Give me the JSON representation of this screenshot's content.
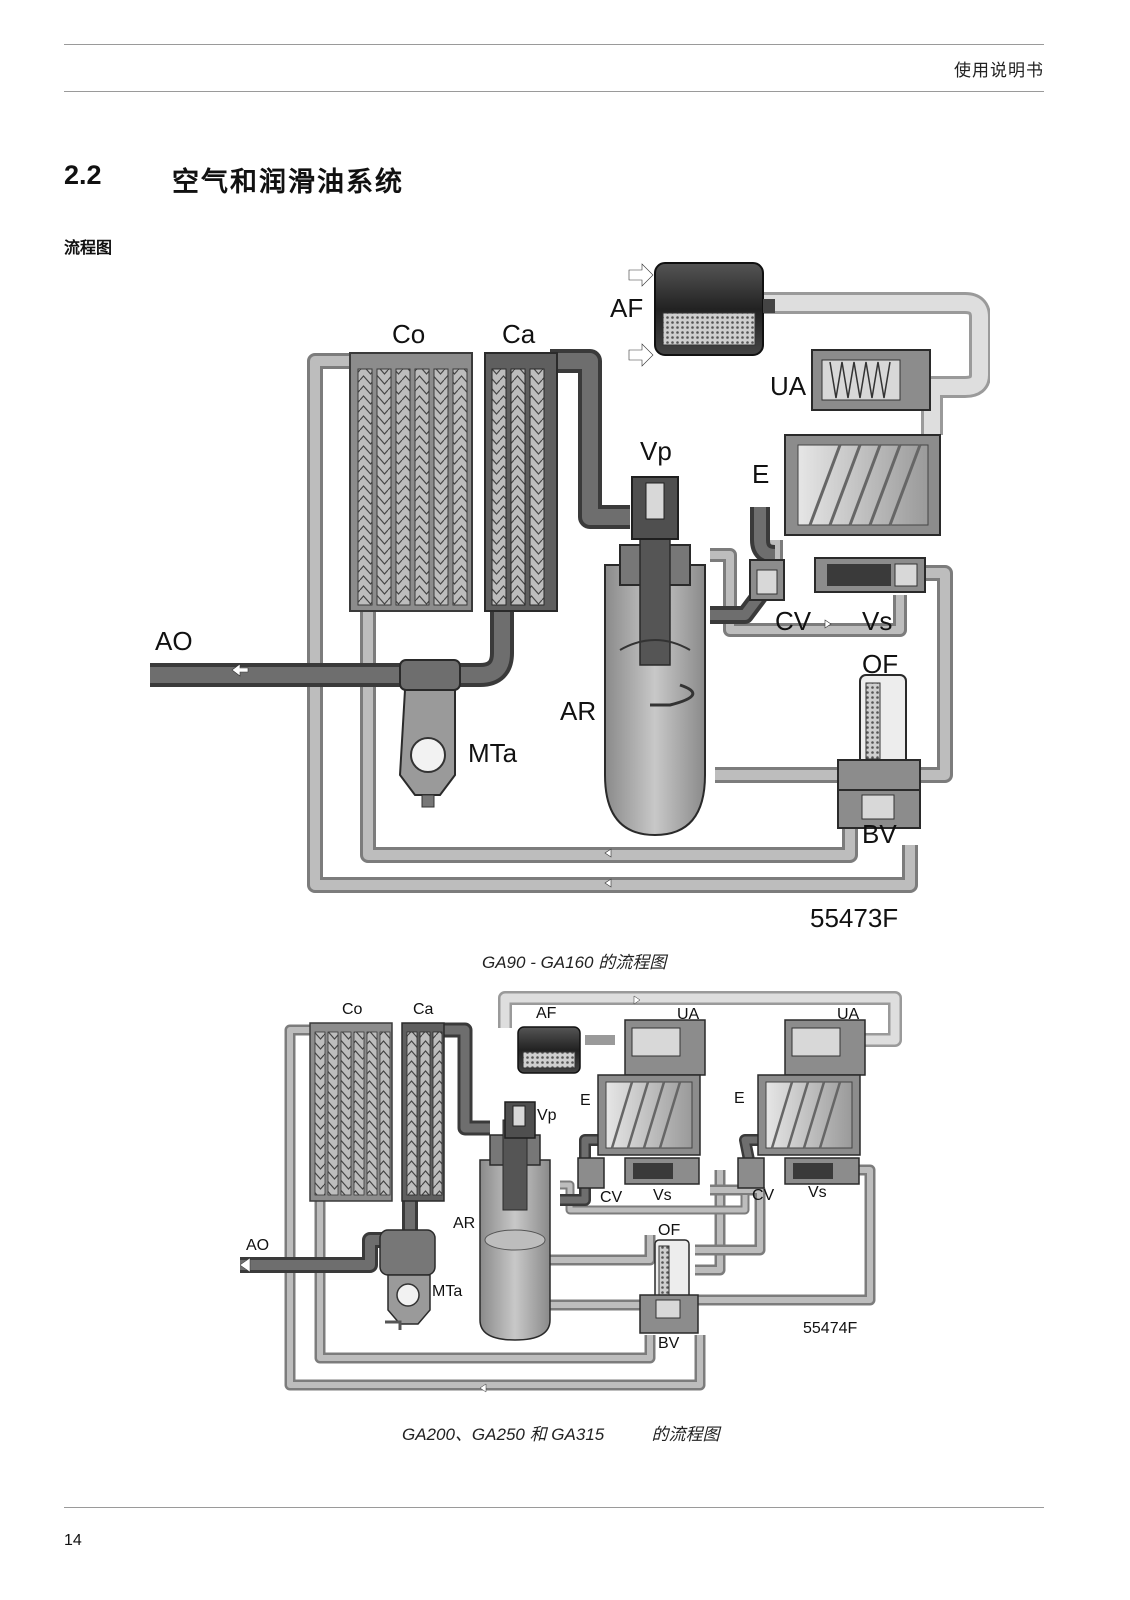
{
  "header": {
    "title": "使用说明书"
  },
  "section": {
    "number": "2.2",
    "title": "空气和润滑油系统"
  },
  "subheading": "流程图",
  "figure1": {
    "labels": {
      "AF": "AF",
      "Co": "Co",
      "Ca": "Ca",
      "UA": "UA",
      "Vp": "Vp",
      "E": "E",
      "AO": "AO",
      "CV": "CV",
      "Vs": "Vs",
      "OF": "OF",
      "AR": "AR",
      "MTa": "MTa",
      "BV": "BV"
    },
    "code": "55473F",
    "caption": "GA90 - GA160 的流程图"
  },
  "figure2": {
    "labels": {
      "Co": "Co",
      "Ca": "Ca",
      "AF": "AF",
      "UA": "UA",
      "Vp": "Vp",
      "E": "E",
      "AO": "AO",
      "AR": "AR",
      "CV": "CV",
      "Vs": "Vs",
      "OF": "OF",
      "MTa": "MTa",
      "BV": "BV"
    },
    "code": "55474F",
    "caption": "GA200、GA250 和 GA315          的流程图"
  },
  "page_number": "14"
}
